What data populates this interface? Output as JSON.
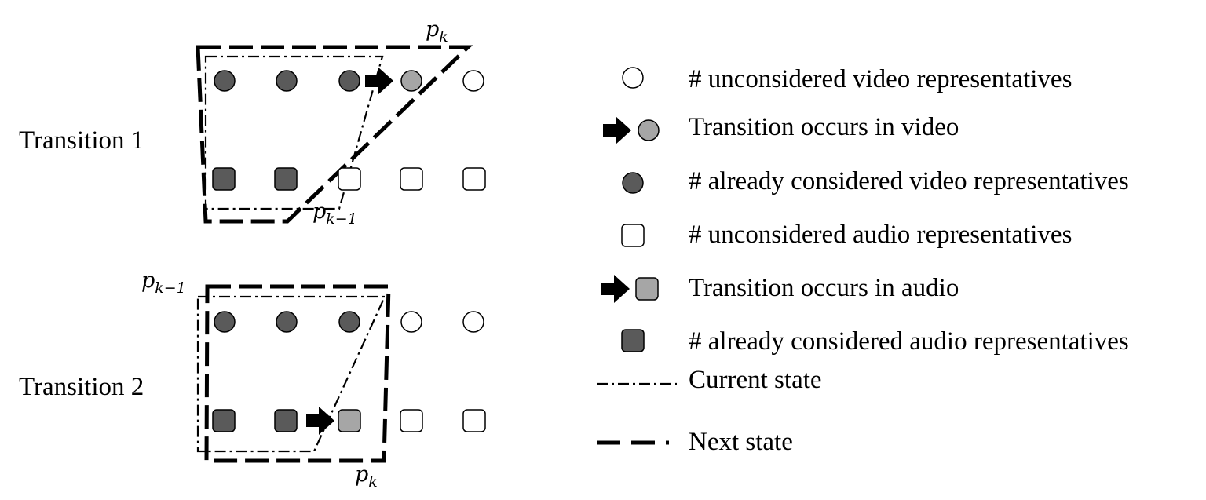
{
  "panels": {
    "t1": {
      "title": "Transition 1",
      "pk": "p",
      "pk_sub": "k",
      "pk1": "p",
      "pk1_sub": "k−1"
    },
    "t2": {
      "title": "Transition 2",
      "pk": "p",
      "pk_sub": "k",
      "pk1": "p",
      "pk1_sub": "k−1"
    }
  },
  "legend": {
    "unconsidered_video": "# unconsidered video representatives",
    "transition_video": "Transition occurs in video",
    "considered_video": "# already considered video representatives",
    "unconsidered_audio": "# unconsidered audio representatives",
    "transition_audio": "Transition occurs in audio",
    "considered_audio": "# already considered audio representatives",
    "current_state": "Current state",
    "next_state": "Next state"
  },
  "colors": {
    "considered": "#5a5a5a",
    "transition": "#a6a6a6",
    "unconsidered": "#ffffff",
    "stroke": "#000000"
  }
}
